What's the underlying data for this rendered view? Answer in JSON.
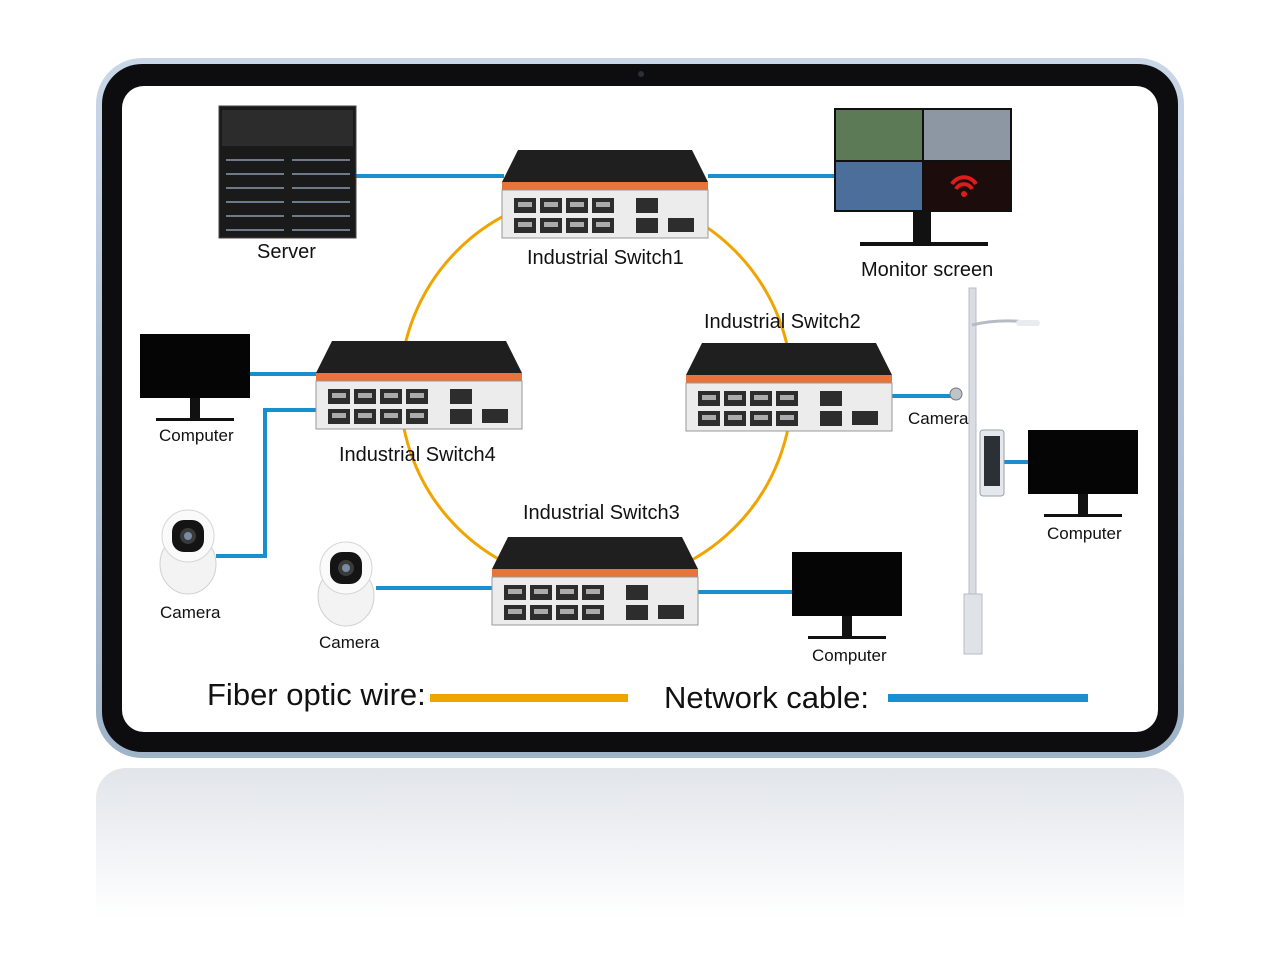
{
  "colors": {
    "fiber": "#f0a400",
    "network": "#1a8fd0",
    "switch_body": "#2b2b2b",
    "switch_front": "#e8e8e8",
    "switch_stripe": "#e8743b"
  },
  "devices": {
    "server": {
      "label": "Server",
      "icon": "server-rack-icon"
    },
    "switch1": {
      "label": "Industrial Switch1",
      "icon": "industrial-switch-icon"
    },
    "switch2": {
      "label": "Industrial Switch2",
      "icon": "industrial-switch-icon"
    },
    "switch3": {
      "label": "Industrial Switch3",
      "icon": "industrial-switch-icon"
    },
    "switch4": {
      "label": "Industrial Switch4",
      "icon": "industrial-switch-icon"
    },
    "monitor": {
      "label": "Monitor screen",
      "icon": "monitor-icon"
    },
    "computer_left": {
      "label": "Computer",
      "icon": "computer-monitor-icon"
    },
    "computer_right": {
      "label": "Computer",
      "icon": "computer-monitor-icon"
    },
    "computer_bottom": {
      "label": "Computer",
      "icon": "computer-monitor-icon"
    },
    "camera_left": {
      "label": "Camera",
      "icon": "security-camera-icon"
    },
    "camera_mid": {
      "label": "Camera",
      "icon": "security-camera-icon"
    },
    "camera_pole": {
      "label": "Camera",
      "icon": "pole-camera-icon"
    }
  },
  "legend": {
    "fiber_label": "Fiber optic wire:",
    "network_label": "Network cable:"
  }
}
